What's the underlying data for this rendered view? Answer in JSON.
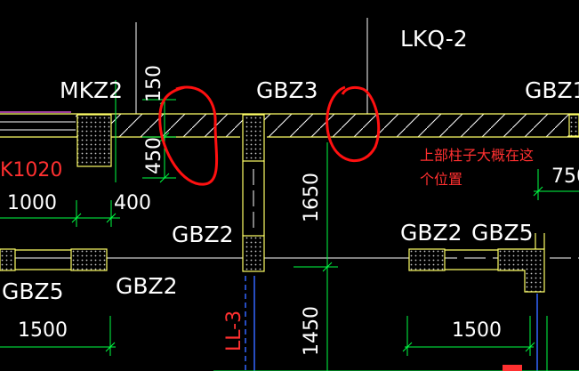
{
  "labels": {
    "lkq2": "LKQ-2",
    "mkz2": "MKZ2",
    "gbz3": "GBZ3",
    "gbz1": "GBZ1",
    "gbz2_mid": "GBZ2",
    "gbz2_right": "GBZ2",
    "gbz5_right": "GBZ5",
    "gbz5_left": "GBZ5",
    "gbz2_lower": "GBZ2",
    "k1020": "K1020",
    "ll3": "LL-3"
  },
  "dimensions": {
    "d150": "150",
    "d450": "450",
    "d1000": "1000",
    "d400": "400",
    "d1650": "1650",
    "d750": "750",
    "d1500_left": "1500",
    "d1500_right": "1500",
    "d1450": "1450"
  },
  "annotation": {
    "line1": "上部柱子大概在这",
    "line2": "个位置"
  },
  "colors": {
    "background": "#000000",
    "wall": "#ffff66",
    "dimension": "#00ff44",
    "axis": "#ffffff",
    "annotation": "#ff2020",
    "opening": "#ff66ff",
    "beam_blue": "#3366ff"
  }
}
